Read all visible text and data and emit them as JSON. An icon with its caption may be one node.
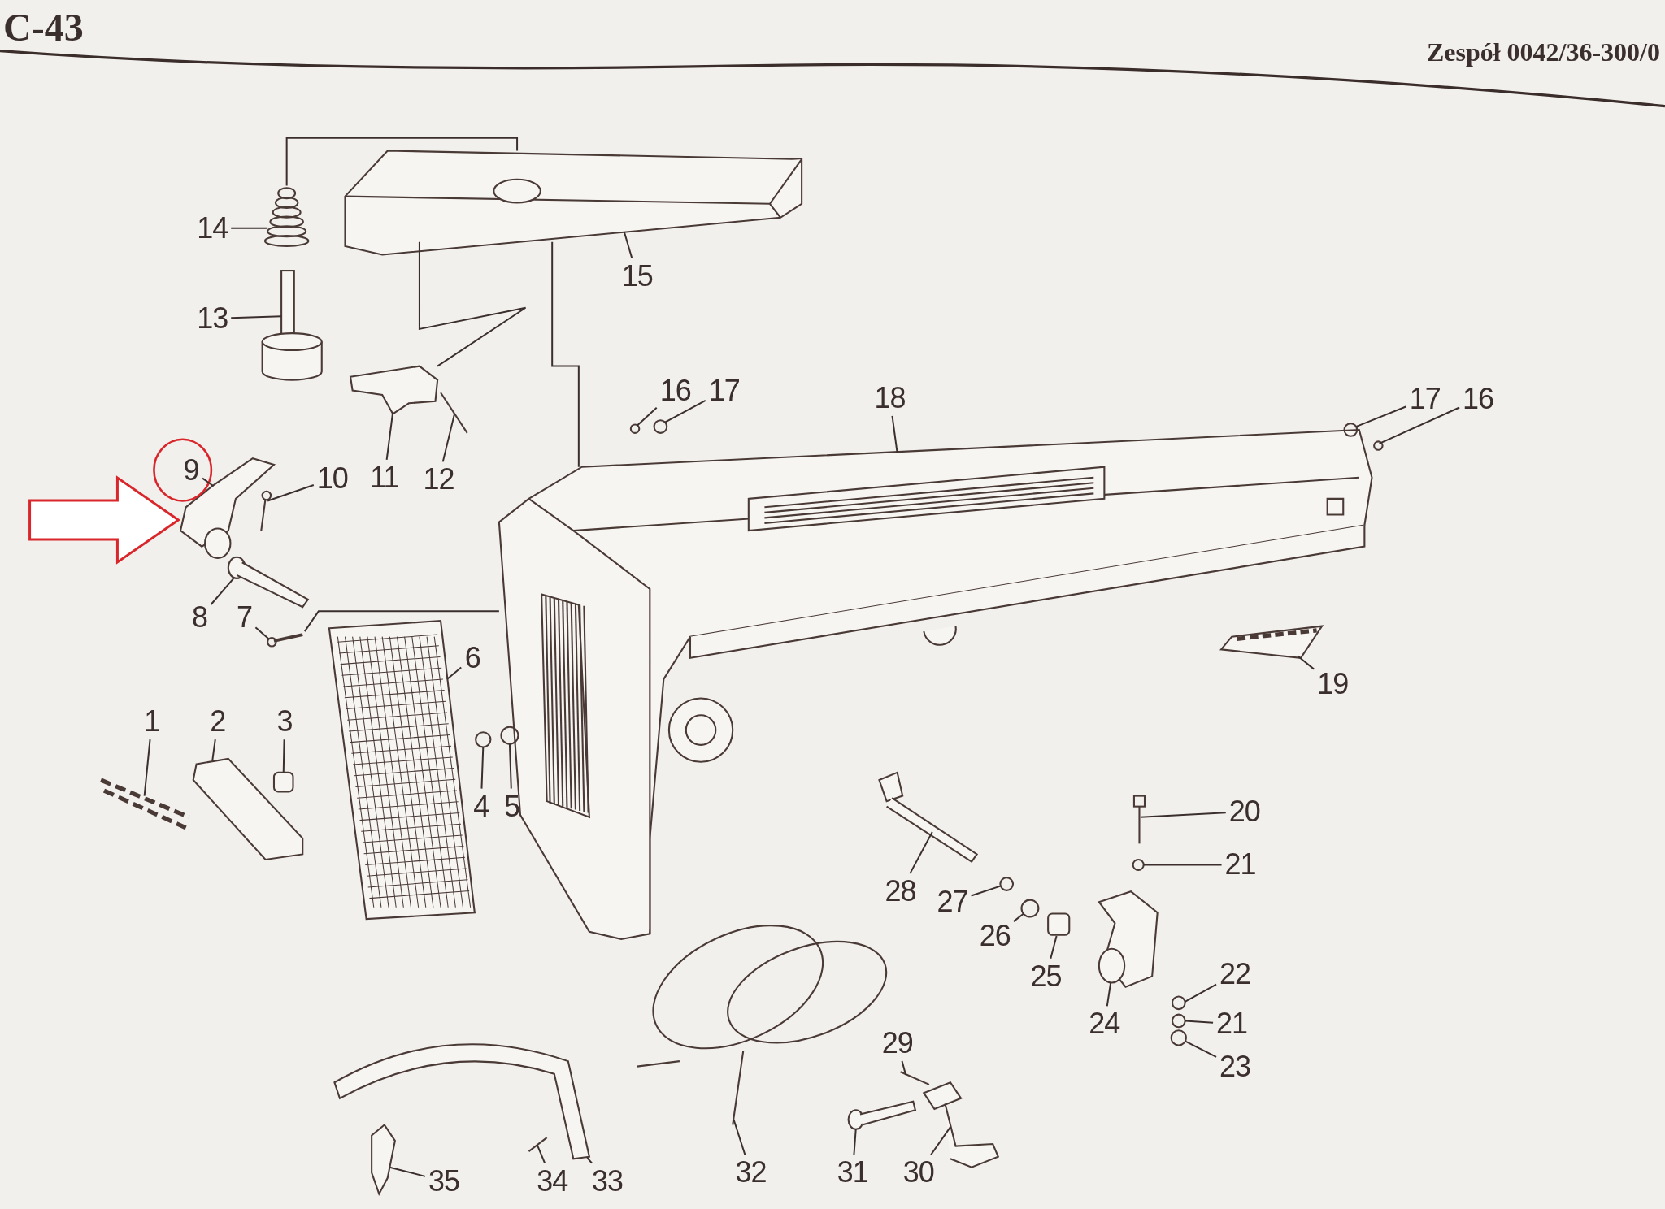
{
  "diagram": {
    "nodes": [
      {
        "text": [
          "14"
        ]
      },
      {
        "text": [
          "15"
        ]
      },
      {
        "text": [
          "13"
        ]
      },
      {
        "text": [
          "16"
        ]
      },
      {
        "text": [
          "17"
        ]
      },
      {
        "text": [
          "18"
        ]
      },
      {
        "text": [
          "17"
        ]
      },
      {
        "text": [
          "16"
        ]
      },
      {
        "text": [
          "9"
        ]
      },
      {
        "text": [
          "10"
        ]
      },
      {
        "text": [
          "11"
        ]
      },
      {
        "text": [
          "12"
        ]
      },
      {
        "text": [
          "8"
        ]
      },
      {
        "text": [
          "7"
        ]
      },
      {
        "text": [
          "6"
        ]
      },
      {
        "text": [
          "19"
        ]
      },
      {
        "text": [
          "1"
        ]
      },
      {
        "text": [
          "2"
        ]
      },
      {
        "text": [
          "3"
        ]
      },
      {
        "text": [
          "4"
        ]
      },
      {
        "text": [
          "5"
        ]
      },
      {
        "text": [
          "20"
        ]
      },
      {
        "text": [
          "28"
        ]
      },
      {
        "text": [
          "21"
        ]
      },
      {
        "text": [
          "27"
        ]
      },
      {
        "text": [
          "26"
        ]
      },
      {
        "text": [
          "25"
        ]
      },
      {
        "text": [
          "22"
        ]
      },
      {
        "text": [
          "24"
        ]
      },
      {
        "text": [
          "21"
        ]
      },
      {
        "text": [
          "29"
        ]
      },
      {
        "text": [
          "23"
        ]
      },
      {
        "text": [
          "35"
        ]
      },
      {
        "text": [
          "34"
        ]
      },
      {
        "text": [
          "33"
        ]
      },
      {
        "text": [
          "32"
        ]
      },
      {
        "text": [
          "31"
        ]
      },
      {
        "text": [
          "30"
        ]
      },
      {
        "text": [],
        "shape": "picture"
      },
      {
        "text": [],
        "shape": "picture"
      },
      {
        "text": [],
        "shape": "picture"
      },
      {
        "text": [],
        "shape": "picture"
      },
      {
        "text": [],
        "shape": "picture"
      },
      {
        "text": [],
        "shape": "circle"
      },
      {
        "text": [],
        "shape": "circle"
      },
      {
        "text": [],
        "shape": "picture"
      },
      {
        "text": [],
        "shape": "circle"
      },
      {
        "text": [],
        "shape": "circle"
      },
      {
        "text": [],
        "shape": "picture"
      },
      {
        "text": [],
        "shape": "picture"
      },
      {
        "text": [],
        "shape": "picture"
      },
      {
        "text": [],
        "shape": "picture"
      },
      {
        "text": [],
        "shape": "picture"
      },
      {
        "text": [],
        "shape": "picture"
      },
      {
        "text": [],
        "shape": "picture"
      },
      {
        "text": [],
        "shape": "picture"
      },
      {
        "text": [],
        "shape": "box"
      },
      {
        "text": [],
        "shape": "circle"
      },
      {
        "text": [],
        "shape": "circle"
      },
      {
        "text": [],
        "shape": "picture"
      },
      {
        "text": [],
        "shape": "picture"
      },
      {
        "text": [],
        "shape": "circle"
      },
      {
        "text": [],
        "shape": "circle"
      },
      {
        "text": [],
        "shape": "circle"
      },
      {
        "text": [],
        "shape": "box"
      },
      {
        "text": [],
        "shape": "circle"
      },
      {
        "text": [],
        "shape": "picture"
      },
      {
        "text": [],
        "shape": "circle"
      },
      {
        "text": [],
        "shape": "picture"
      },
      {
        "text": [],
        "shape": "circle"
      },
      {
        "text": [],
        "shape": "picture"
      },
      {
        "text": [],
        "shape": "picture"
      },
      {
        "text": [],
        "shape": "picture"
      },
      {
        "text": [],
        "shape": "picture"
      },
      {
        "text": [],
        "shape": "picture"
      },
      {
        "text": [],
        "shape": "picture"
      }
    ],
    "edges": [
      {
        "from": 0,
        "to": 39,
        "arrow": "none"
      },
      {
        "from": 1,
        "to": 38,
        "arrow": "none"
      },
      {
        "from": 2,
        "to": 40,
        "arrow": "none"
      },
      {
        "from": 3,
        "to": 43,
        "arrow": "none"
      },
      {
        "from": 4,
        "to": 44,
        "arrow": "none"
      },
      {
        "from": 5,
        "to": 45,
        "arrow": "none"
      },
      {
        "from": 6,
        "to": 46,
        "arrow": "none"
      },
      {
        "from": 7,
        "to": 47,
        "arrow": "none"
      },
      {
        "from": 8,
        "to": 48,
        "arrow": "none"
      },
      {
        "from": 9,
        "to": 49,
        "arrow": "none"
      },
      {
        "from": 10,
        "to": 41,
        "arrow": "none"
      },
      {
        "from": 11,
        "to": 42,
        "arrow": "none"
      },
      {
        "from": 12,
        "to": 50,
        "arrow": "none"
      },
      {
        "from": 13,
        "to": 51,
        "arrow": "none"
      },
      {
        "from": 14,
        "to": 52,
        "arrow": "none"
      },
      {
        "from": 15,
        "to": 53,
        "arrow": "none"
      },
      {
        "from": 16,
        "to": 54,
        "arrow": "none"
      },
      {
        "from": 17,
        "to": 55,
        "arrow": "none"
      },
      {
        "from": 18,
        "to": 56,
        "arrow": "none"
      },
      {
        "from": 19,
        "to": 57,
        "arrow": "none"
      },
      {
        "from": 20,
        "to": 58,
        "arrow": "none"
      },
      {
        "from": 21,
        "to": 59,
        "arrow": "none"
      },
      {
        "from": 22,
        "to": 60,
        "arrow": "none"
      },
      {
        "from": 23,
        "to": 61,
        "arrow": "none"
      },
      {
        "from": 24,
        "to": 62,
        "arrow": "none"
      },
      {
        "from": 25,
        "to": 63,
        "arrow": "none"
      },
      {
        "from": 26,
        "to": 64,
        "arrow": "none"
      },
      {
        "from": 27,
        "to": 65,
        "arrow": "none"
      },
      {
        "from": 28,
        "to": 66,
        "arrow": "none"
      },
      {
        "from": 29,
        "to": 67,
        "arrow": "none"
      },
      {
        "from": 30,
        "to": 68,
        "arrow": "none"
      },
      {
        "from": 31,
        "to": 69,
        "arrow": "none"
      },
      {
        "from": 32,
        "to": 70,
        "arrow": "none"
      },
      {
        "from": 33,
        "to": 71,
        "arrow": "none"
      },
      {
        "from": 34,
        "to": 72,
        "arrow": "none"
      },
      {
        "from": 35,
        "to": 73,
        "arrow": "none"
      },
      {
        "from": 36,
        "to": 74,
        "arrow": "none"
      },
      {
        "from": 37,
        "to": 75,
        "arrow": "none"
      },
      {
        "from": 39,
        "to": 38,
        "arrow": "none"
      },
      {
        "from": 41,
        "to": 38,
        "arrow": "none"
      },
      {
        "from": 38,
        "to": 45,
        "arrow": "none"
      },
      {
        "from": 51,
        "to": 45,
        "arrow": "none"
      },
      {
        "from": null,
        "to": 48,
        "arrow": "to",
        "style": "thick",
        "color": "#d8262b"
      }
    ],
    "labels": [
      "C-43",
      "Zespół 0042/36-300/0"
    ]
  }
}
